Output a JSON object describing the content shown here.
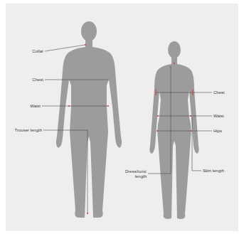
{
  "diagram": {
    "labels": [
      "Collar",
      "Chest",
      "Waist",
      "Trouser length",
      "Chest",
      "Waist",
      "Hips",
      "Dress/tunic length",
      "Skirt length"
    ]
  }
}
